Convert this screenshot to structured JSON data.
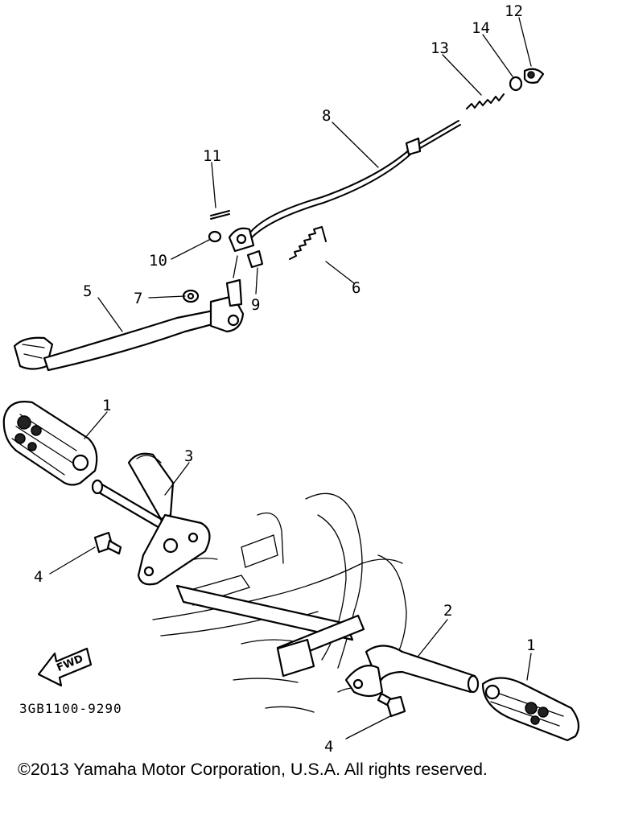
{
  "callouts": {
    "n1": "1",
    "n1b": "1",
    "n2": "2",
    "n3": "3",
    "n4": "4",
    "n4b": "4",
    "n5": "5",
    "n6": "6",
    "n7": "7",
    "n8": "8",
    "n9": "9",
    "n10": "10",
    "n11": "11",
    "n12": "12",
    "n13": "13",
    "n14": "14"
  },
  "fwd_label": "FWD",
  "drawing_code": "3GB1100-9290",
  "copyright": "©2013 Yamaha Motor Corporation, U.S.A. All rights reserved."
}
